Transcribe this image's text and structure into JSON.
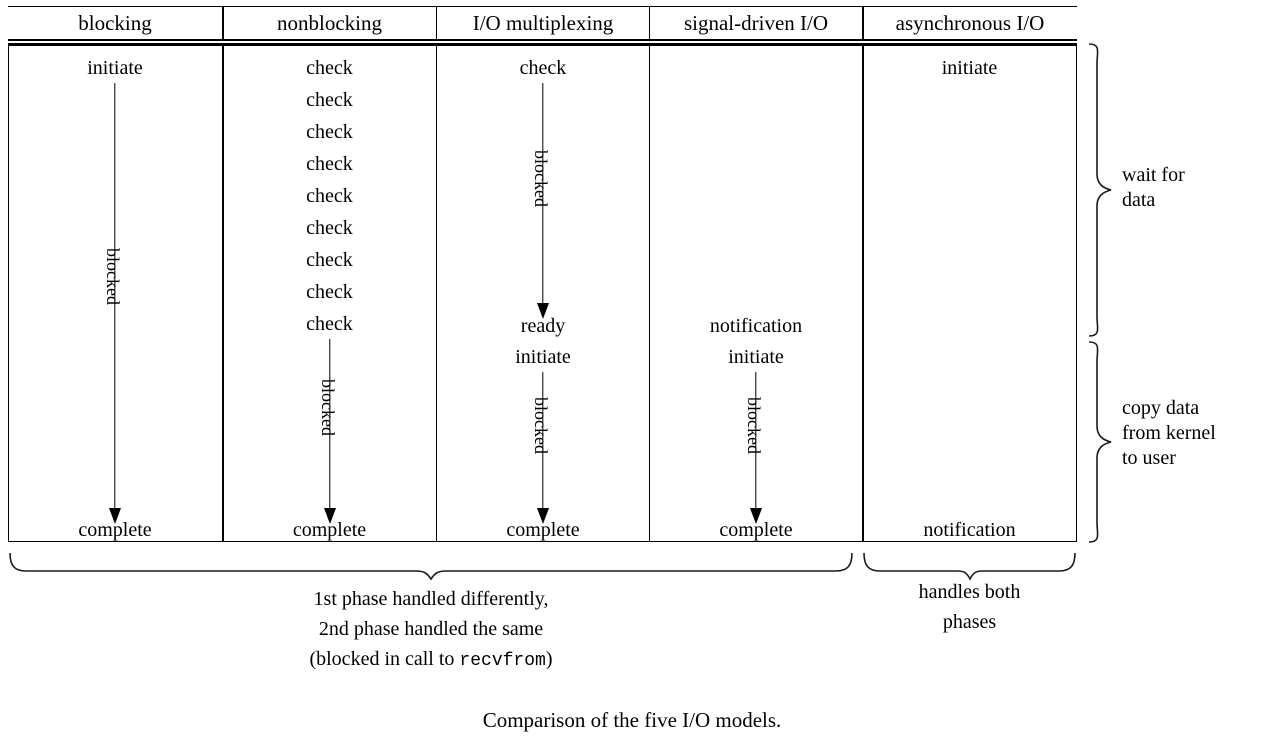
{
  "figure": {
    "caption": "Comparison of the five I/O models.",
    "columns": [
      {
        "header": "blocking",
        "steps": [
          "initiate",
          "complete"
        ],
        "arrow_labels": [
          "blocked"
        ]
      },
      {
        "header": "nonblocking",
        "steps": [
          "check",
          "check",
          "check",
          "check",
          "check",
          "check",
          "check",
          "check",
          "check",
          "complete"
        ],
        "arrow_labels": [
          "blocked"
        ]
      },
      {
        "header": "I/O multiplexing",
        "steps": [
          "check",
          "ready",
          "initiate",
          "complete"
        ],
        "arrow_labels": [
          "blocked",
          "blocked"
        ]
      },
      {
        "header": "signal-driven I/O",
        "steps": [
          "notification",
          "initiate",
          "complete"
        ],
        "arrow_labels": [
          "blocked"
        ]
      },
      {
        "header": "asynchronous I/O",
        "steps": [
          "initiate",
          "notification"
        ],
        "arrow_labels": []
      }
    ],
    "phase_braces": [
      {
        "label_line1": "wait for",
        "label_line2": "data"
      },
      {
        "label_line1": "copy data",
        "label_line2": "from kernel",
        "label_line3": "to user"
      }
    ],
    "bottom_braces": [
      {
        "line1": "1st phase handled differently,",
        "line2": "2nd phase handled the same",
        "line3_prefix": "(blocked in call to ",
        "line3_mono": "recvfrom",
        "line3_suffix": ")"
      },
      {
        "line1": "handles both",
        "line2": "phases"
      }
    ]
  },
  "colors": {
    "ink": "#000000",
    "paper": "#ffffff",
    "brace": "#1a1a1a"
  }
}
